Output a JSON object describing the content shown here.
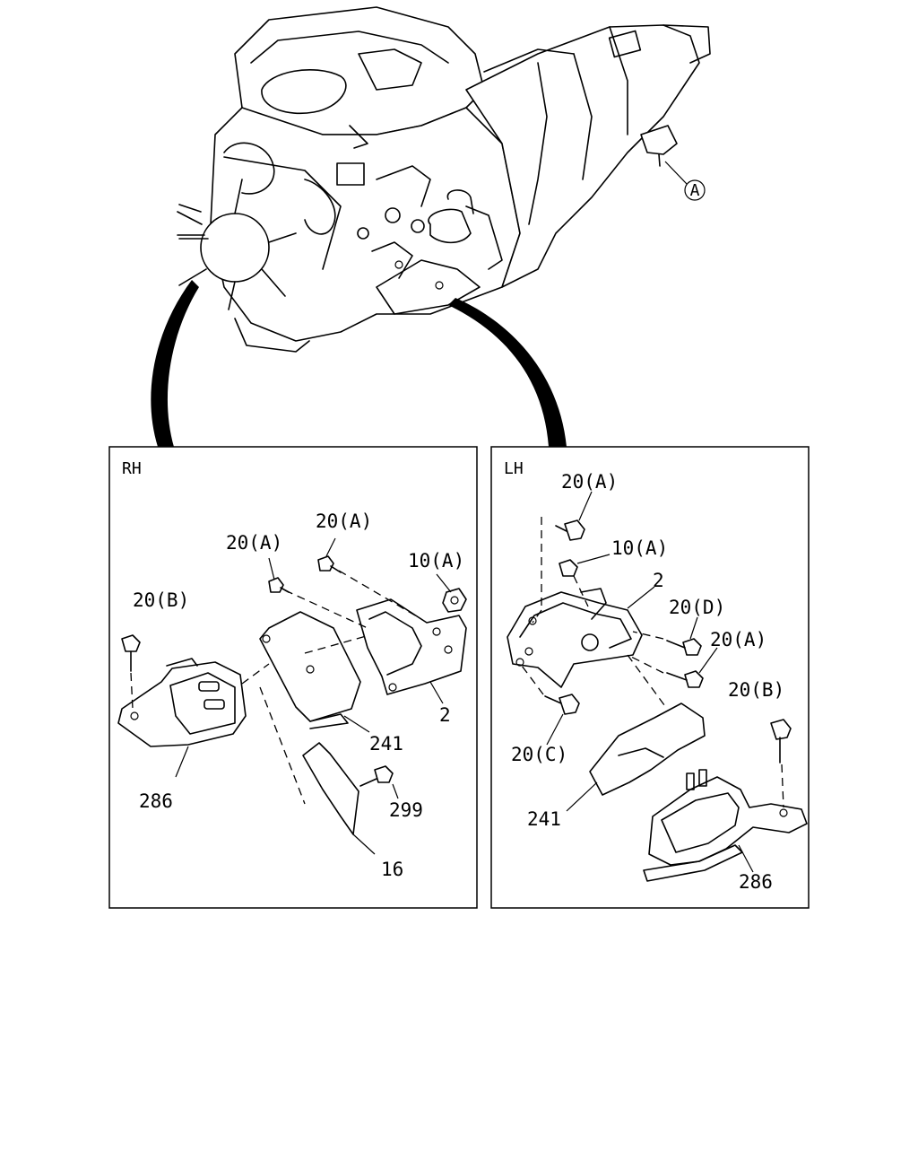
{
  "top": {
    "ref_marker": "A"
  },
  "rh": {
    "header": "RH",
    "labels": [
      "20(A)",
      "20(A)",
      "10(A)",
      "20(B)",
      "2",
      "241",
      "286",
      "299",
      "16"
    ]
  },
  "lh": {
    "header": "LH",
    "labels": [
      "20(A)",
      "10(A)",
      "2",
      "20(D)",
      "20(A)",
      "20(B)",
      "20(C)",
      "241",
      "286"
    ]
  }
}
